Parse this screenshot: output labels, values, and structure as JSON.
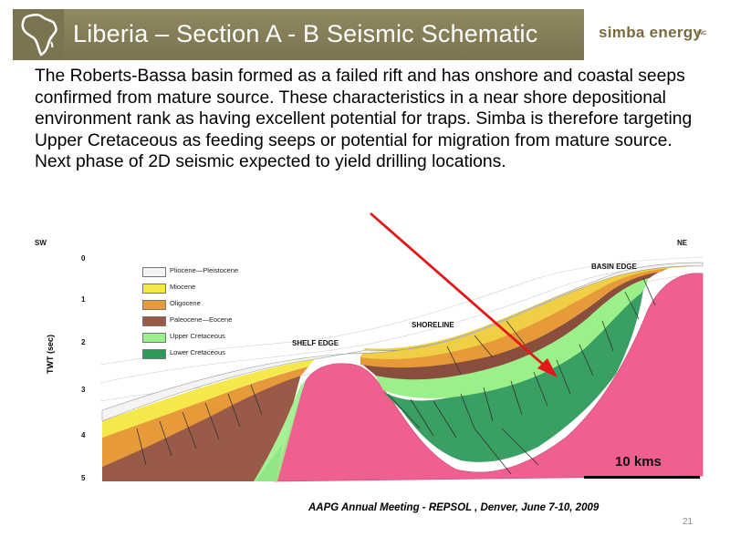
{
  "slide": {
    "title": "Liberia – Section A - B Seismic Schematic",
    "brand": {
      "name": "simba energy",
      "suffix": "INC"
    },
    "body": "The Roberts-Bassa basin formed as a failed rift and has onshore and coastal seeps confirmed from mature source.  These characteristics in a near shore depositional environment rank as having excellent potential for traps. Simba is therefore targeting Upper Cretaceous as feeding seeps or potential for migration from mature source.  Next phase of 2D seismic expected to yield drilling locations.",
    "page_number": "21",
    "citation": "AAPG Annual Meeting - REPSOL , Denver, June 7-10, 2009"
  },
  "figure": {
    "sw_label": "SW",
    "ne_label": "NE",
    "axis_title": "TWT (sec)",
    "ticks": [
      "0",
      "1",
      "2",
      "3",
      "4",
      "5"
    ],
    "annotations": {
      "shelf_edge": "SHELF EDGE",
      "shoreline": "SHORELINE",
      "basin_edge": "BASIN EDGE"
    },
    "scale_label": "10 kms",
    "legend": [
      {
        "label": "Pliocene—Pleistocene",
        "color": "#f4f4f4"
      },
      {
        "label": "Miocene",
        "color": "#f5e84a"
      },
      {
        "label": "Oligocene",
        "color": "#e79a3a"
      },
      {
        "label": "Paleocene—Eocene",
        "color": "#9a5a48"
      },
      {
        "label": "Upper Cretaceous",
        "color": "#9cf08a"
      },
      {
        "label": "Lower Cretaceous",
        "color": "#2e9a5a"
      }
    ],
    "colors": {
      "basement": "#f0608e",
      "arrow": "#e01818",
      "title_bar": "#857e58"
    }
  }
}
